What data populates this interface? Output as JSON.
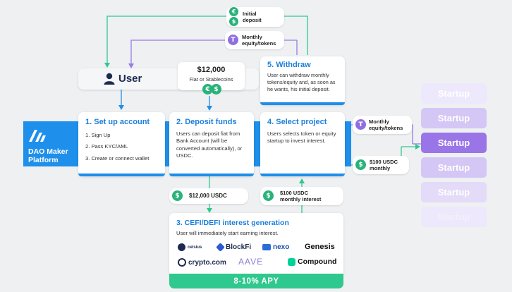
{
  "initial_deposit": {
    "label_line1": "Initial",
    "label_line2": "deposit"
  },
  "monthly_equity_top": {
    "label_line1": "Monthly",
    "label_line2": "equity/tokens"
  },
  "user": {
    "label": "User"
  },
  "deposit_amount": {
    "amount": "$12,000",
    "subtitle": "Fiat or Stablecoins"
  },
  "withdraw": {
    "title": "5. Withdraw",
    "body": "User can withdraw monthly tokens/equity and, as soon as he wants, his initial deposit."
  },
  "platform": {
    "line1": "DAO Maker",
    "line2": "Platform"
  },
  "steps": [
    {
      "title": "1. Set up account",
      "lines": [
        "1. Sign Up",
        "2. Pass KYC/AML",
        "3. Create or connect wallet"
      ]
    },
    {
      "title": "2. Deposit funds",
      "body": "Users can deposit fiat from Bank Account (will be converted automatically), or USDC."
    },
    {
      "title": "4. Select project",
      "body": "Users selects token or equity startup to invest interest."
    }
  ],
  "monthly_equity_right": {
    "label_line1": "Monthly",
    "label_line2": "equity/tokens"
  },
  "usdc_monthly": {
    "label_line1": "$100 USDC",
    "label_line2": "monthly"
  },
  "startups": [
    "Startup",
    "Startup",
    "Startup",
    "Startup",
    "Startup",
    "Startup"
  ],
  "flow_12000": {
    "label": "$12,000 USDC"
  },
  "flow_100": {
    "label_line1": "$100 USDC",
    "label_line2": "monthly interest"
  },
  "interest": {
    "title": "3. CEFI/DEFI interest generation",
    "body": "User will immediately start earning interest.",
    "apy": "8-10% APY",
    "partners": [
      "celsius",
      "BlockFi",
      "nexo",
      "Genesis",
      "crypto.com",
      "AAVE",
      "Compound"
    ]
  },
  "colors": {
    "accent_blue": "#1e8fea",
    "accent_green": "#2fc88e",
    "tether_purple": "#8f6fe0",
    "startup_active": "#9a75e8"
  },
  "icons": {
    "euro": "€",
    "dollar": "$",
    "tether": "T"
  }
}
